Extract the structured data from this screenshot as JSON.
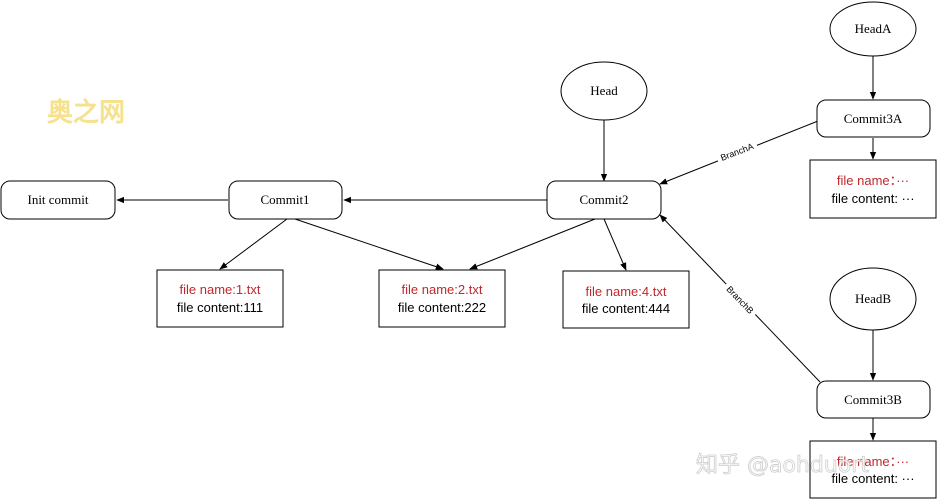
{
  "nodes": {
    "init_commit": "Init commit",
    "commit1": "Commit1",
    "commit2": "Commit2",
    "commit3a": "Commit3A",
    "commit3b": "Commit3B",
    "head": "Head",
    "head_a": "HeadA",
    "head_b": "HeadB"
  },
  "files": {
    "file1": {
      "name": "file name:1.txt",
      "content": "file content:111"
    },
    "file2": {
      "name": "file name:2.txt",
      "content": "file content:222"
    },
    "file4": {
      "name": "file name:4.txt",
      "content": "file content:444"
    },
    "file3a": {
      "name": "file name：···",
      "content": "file content: ···"
    },
    "file3b": {
      "name": "file name：···",
      "content": "file content: ···"
    }
  },
  "edges": {
    "branch_a": "BranchA",
    "branch_b": "BranchB"
  },
  "watermarks": {
    "logo": "奥之网",
    "zhihu": "知乎 @aohduort"
  }
}
